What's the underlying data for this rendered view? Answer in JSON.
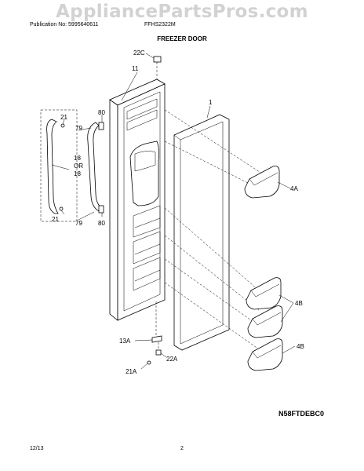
{
  "header": {
    "watermark": "AppliancePartsPros.com",
    "publication": "Publication No: 5995640611",
    "model": "FFHS2322M",
    "section_title": "FREEZER DOOR"
  },
  "callouts": {
    "c22C": "22C",
    "c11": "11",
    "c1": "1",
    "c21_top": "21",
    "c80_top": "80",
    "c79_top": "79",
    "c18": "18",
    "cOR": "OR",
    "c18b": "18",
    "c21_bot": "21",
    "c79_bot": "79",
    "c80_bot": "80",
    "c4A": "4A",
    "c4B_top": "4B",
    "c4B_bot": "4B",
    "c13A": "13A",
    "c22A": "22A",
    "c21A": "21A"
  },
  "diagram_code": "N58FTDEBC0",
  "footer": {
    "date": "12/13",
    "page": "2"
  }
}
